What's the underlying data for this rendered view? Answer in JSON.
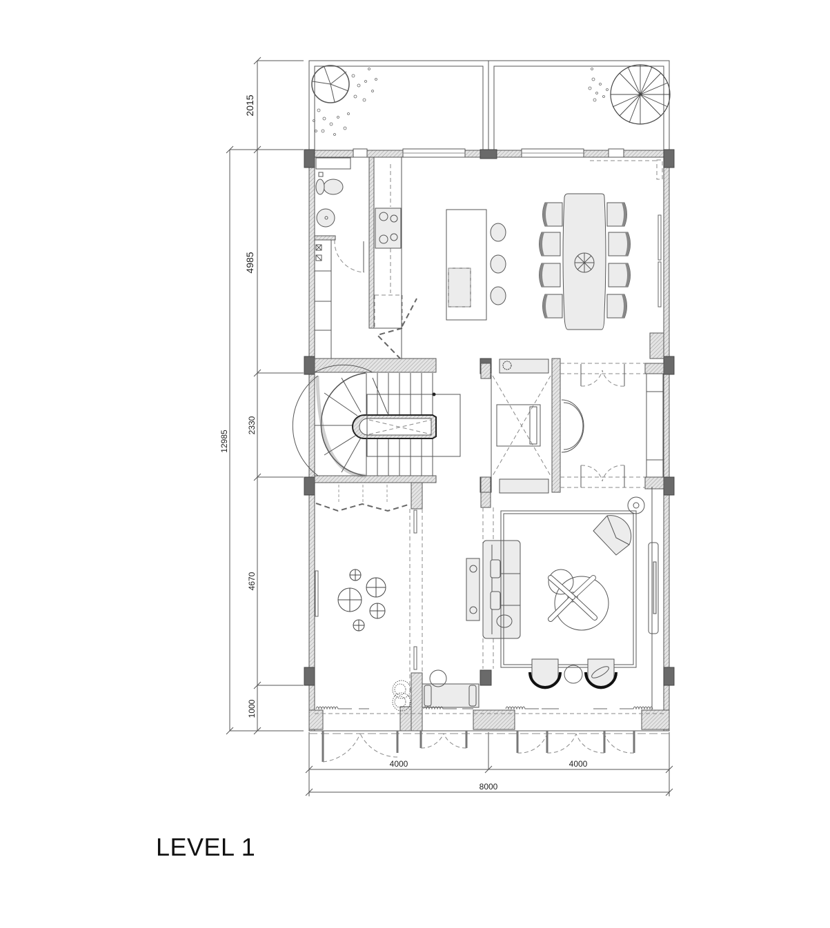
{
  "drawing": {
    "title": "LEVEL 1",
    "type": "architectural floor plan"
  },
  "dimensions": {
    "vertical_segments": [
      {
        "label": "2015",
        "zone": "front-garden"
      },
      {
        "label": "4985",
        "zone": "kitchen-dining"
      },
      {
        "label": "2330",
        "zone": "stair-lift-foyer"
      },
      {
        "label": "4670",
        "zone": "living"
      },
      {
        "label": "1000",
        "zone": "front-terrace"
      }
    ],
    "vertical_total": "12985",
    "horizontal_segments": [
      {
        "label": "4000",
        "zone": "left-bay"
      },
      {
        "label": "4000",
        "zone": "right-bay"
      }
    ],
    "horizontal_total": "8000"
  },
  "rooms": [
    {
      "name": "garden-left"
    },
    {
      "name": "garden-right"
    },
    {
      "name": "wc"
    },
    {
      "name": "kitchen"
    },
    {
      "name": "dining"
    },
    {
      "name": "staircase"
    },
    {
      "name": "lift"
    },
    {
      "name": "foyer"
    },
    {
      "name": "sitting-area"
    },
    {
      "name": "living-room"
    },
    {
      "name": "front-terrace"
    }
  ],
  "furniture": {
    "dining_chairs": 8,
    "bar_stools": 3
  },
  "colors": {
    "line": "#555555",
    "column": "#6a6a6a",
    "furniture_fill": "#ececec",
    "background": "#ffffff"
  }
}
